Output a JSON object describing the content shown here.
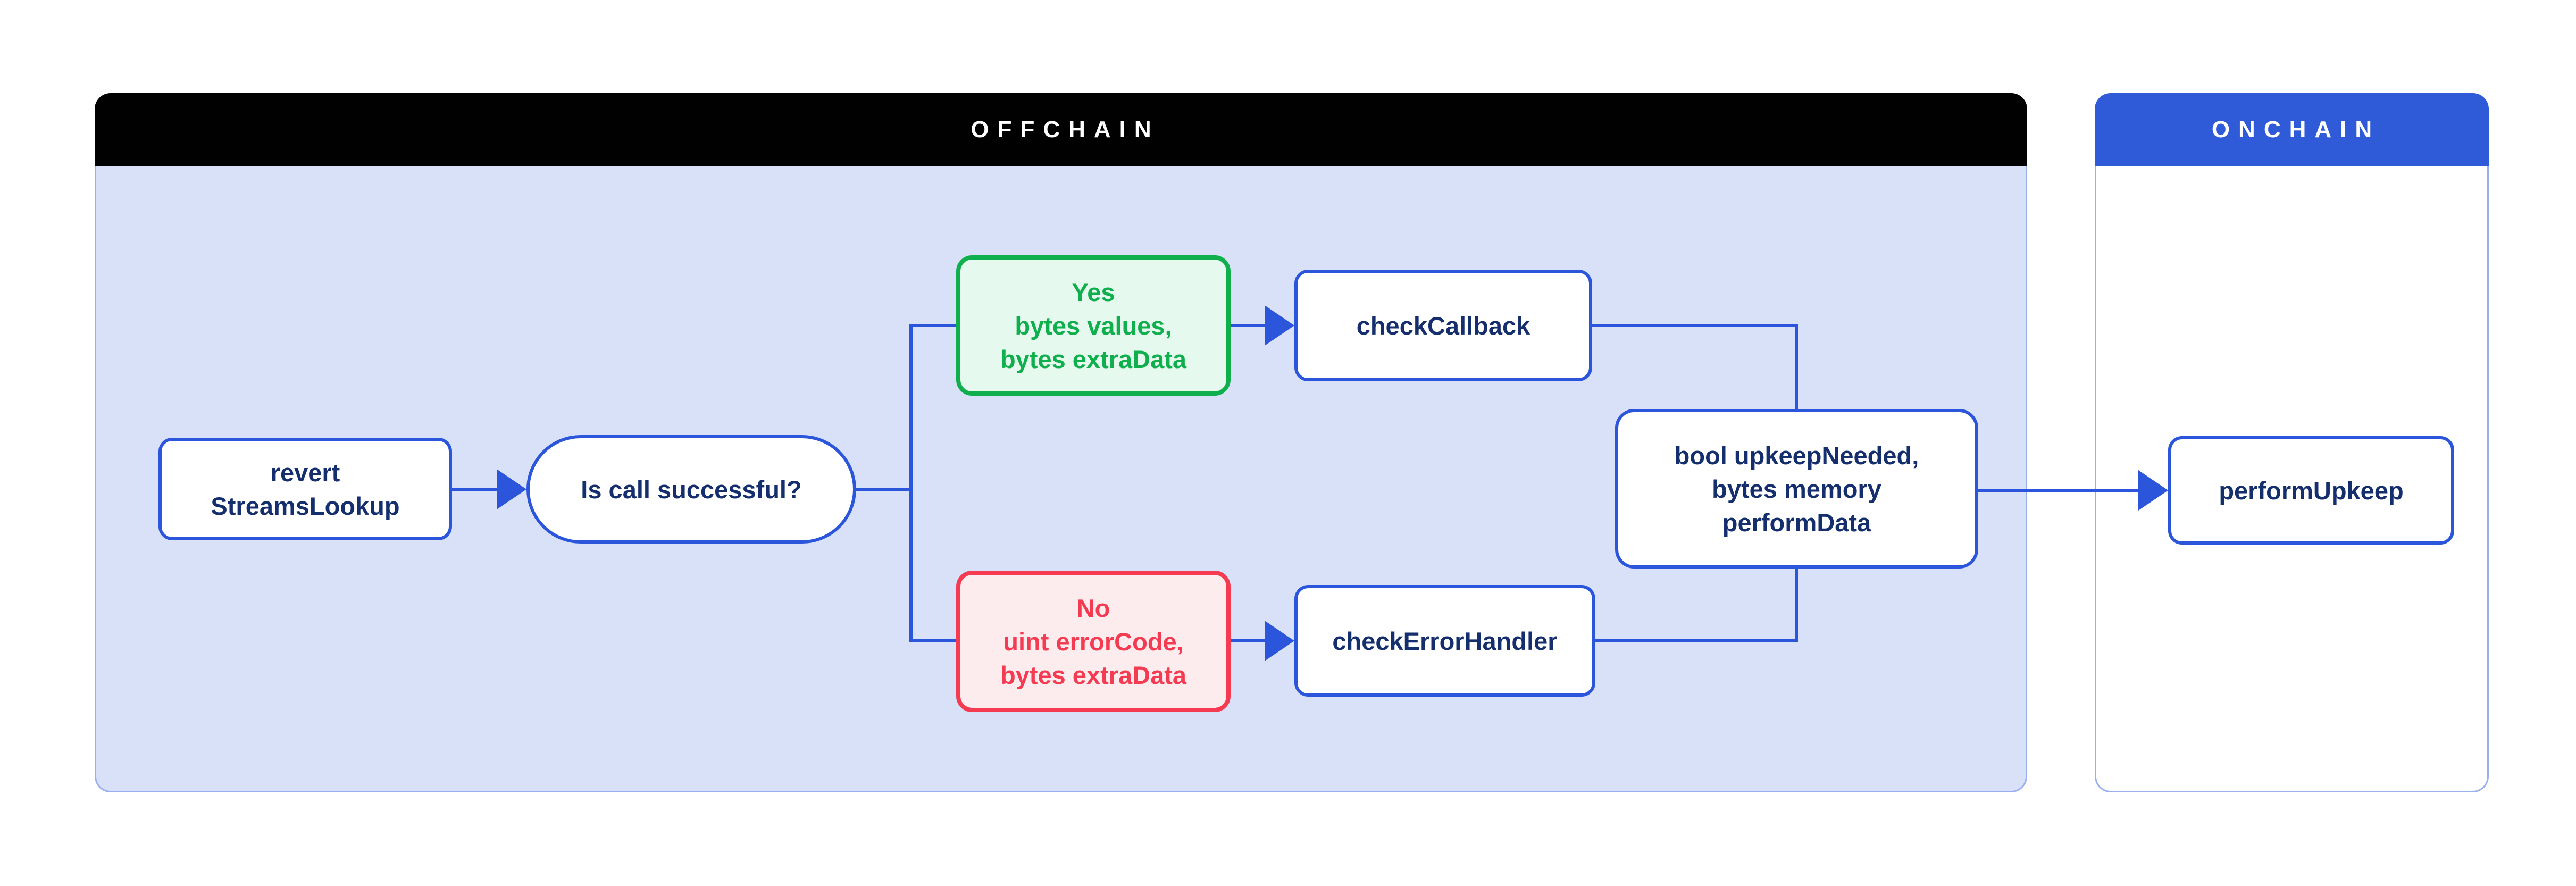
{
  "diagram": {
    "offchain": {
      "label": "OFFCHAIN"
    },
    "onchain": {
      "label": "ONCHAIN"
    },
    "nodes": {
      "revert": {
        "lines": [
          "revert",
          "StreamsLookup"
        ]
      },
      "question": {
        "label": "Is call successful?"
      },
      "yes": {
        "lines": [
          "Yes",
          "bytes values,",
          "bytes extraData"
        ]
      },
      "no": {
        "lines": [
          "No",
          "uint errorCode,",
          "bytes extraData"
        ]
      },
      "checkCallback": {
        "label": "checkCallback"
      },
      "checkErrorHandler": {
        "label": "checkErrorHandler"
      },
      "result": {
        "lines": [
          "bool upkeepNeeded,",
          "bytes memory",
          "performData"
        ]
      },
      "performUpkeep": {
        "label": "performUpkeep"
      }
    },
    "colors": {
      "offchain_header_bg": "#010101",
      "offchain_body_bg": "#D8E1F8",
      "onchain_header_bg": "#2F5AD8",
      "container_border": "#9AAFEF",
      "connector_blue": "#2B55DB",
      "node_text_navy": "#152E6E",
      "yes_green": "#10AF4D",
      "yes_bg": "#E5F9EE",
      "no_red": "#F43B52",
      "no_bg": "#FDECEE",
      "header_text": "#FFFFFF"
    }
  }
}
